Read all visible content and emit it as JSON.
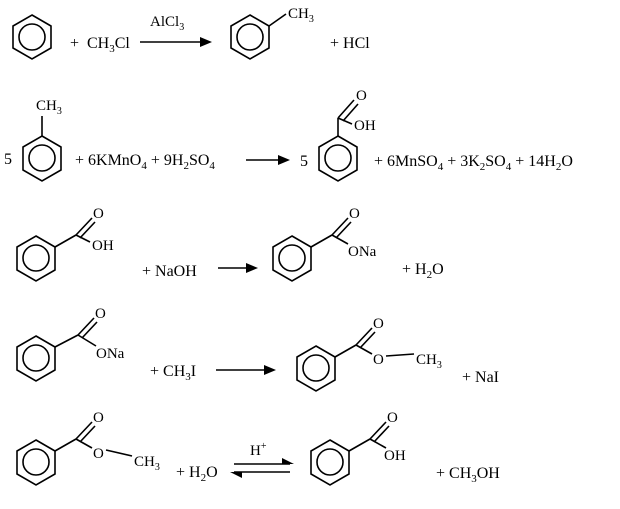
{
  "reactions": [
    {
      "coef1": "",
      "plus1": "+",
      "reagent": "CH3Cl",
      "condition": "AlCl3",
      "product_sub": "CH3",
      "byproduct": "+ HCl"
    },
    {
      "coef1": "5",
      "reactant_sub": "CH3",
      "reagents": "+ 6KMnO4 + 9H2SO4",
      "coef2": "5",
      "product_sub_O": "O",
      "product_sub_OH": "OH",
      "byproducts": "+ 6MnSO4 + 3K2SO4 + 14H2O"
    },
    {
      "reactant_O": "O",
      "reactant_OH": "OH",
      "reagent": "+ NaOH",
      "product_O": "O",
      "product_ONa": "ONa",
      "byproduct": "+ H2O"
    },
    {
      "reactant_O": "O",
      "reactant_ONa": "ONa",
      "reagent": "+ CH3I",
      "product_O": "O",
      "product_O2": "O",
      "product_CH3": "CH3",
      "byproduct": "+ NaI"
    },
    {
      "reactant_O": "O",
      "reactant_O2": "O",
      "reactant_CH3": "CH3",
      "reagent": "+ H2O",
      "condition": "H+",
      "product_O": "O",
      "product_OH": "OH",
      "byproduct": "+ CH3OH"
    }
  ]
}
